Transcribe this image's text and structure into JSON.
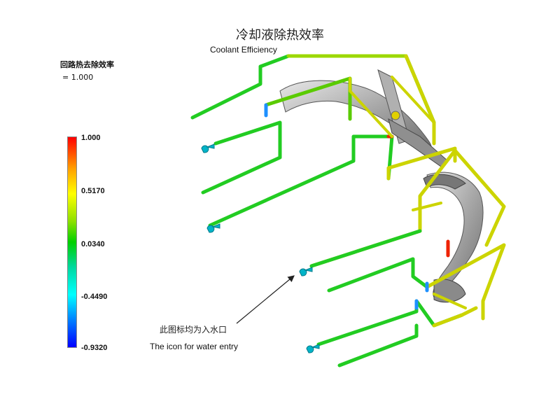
{
  "title_cn": "冷却液除热效率",
  "title_en": "Coolant Efficiency",
  "legend": {
    "title": "回路热去除效率",
    "value": "= 1.000",
    "ticks": [
      "1.000",
      "0.5170",
      "0.0340",
      "-0.4490",
      "-0.9320"
    ]
  },
  "annotation": {
    "cn": "此图标均为入水口",
    "en": "The icon for water entry"
  },
  "colors": {
    "pipe_green": "#22cc22",
    "pipe_yellow": "#ccd400",
    "pipe_red": "#ee2200",
    "pipe_blue": "#1e90ff",
    "inlet_icon": "#00b4c8",
    "part_gray": "#9a9a9a"
  },
  "icons": [
    "water-inlet-icon"
  ]
}
